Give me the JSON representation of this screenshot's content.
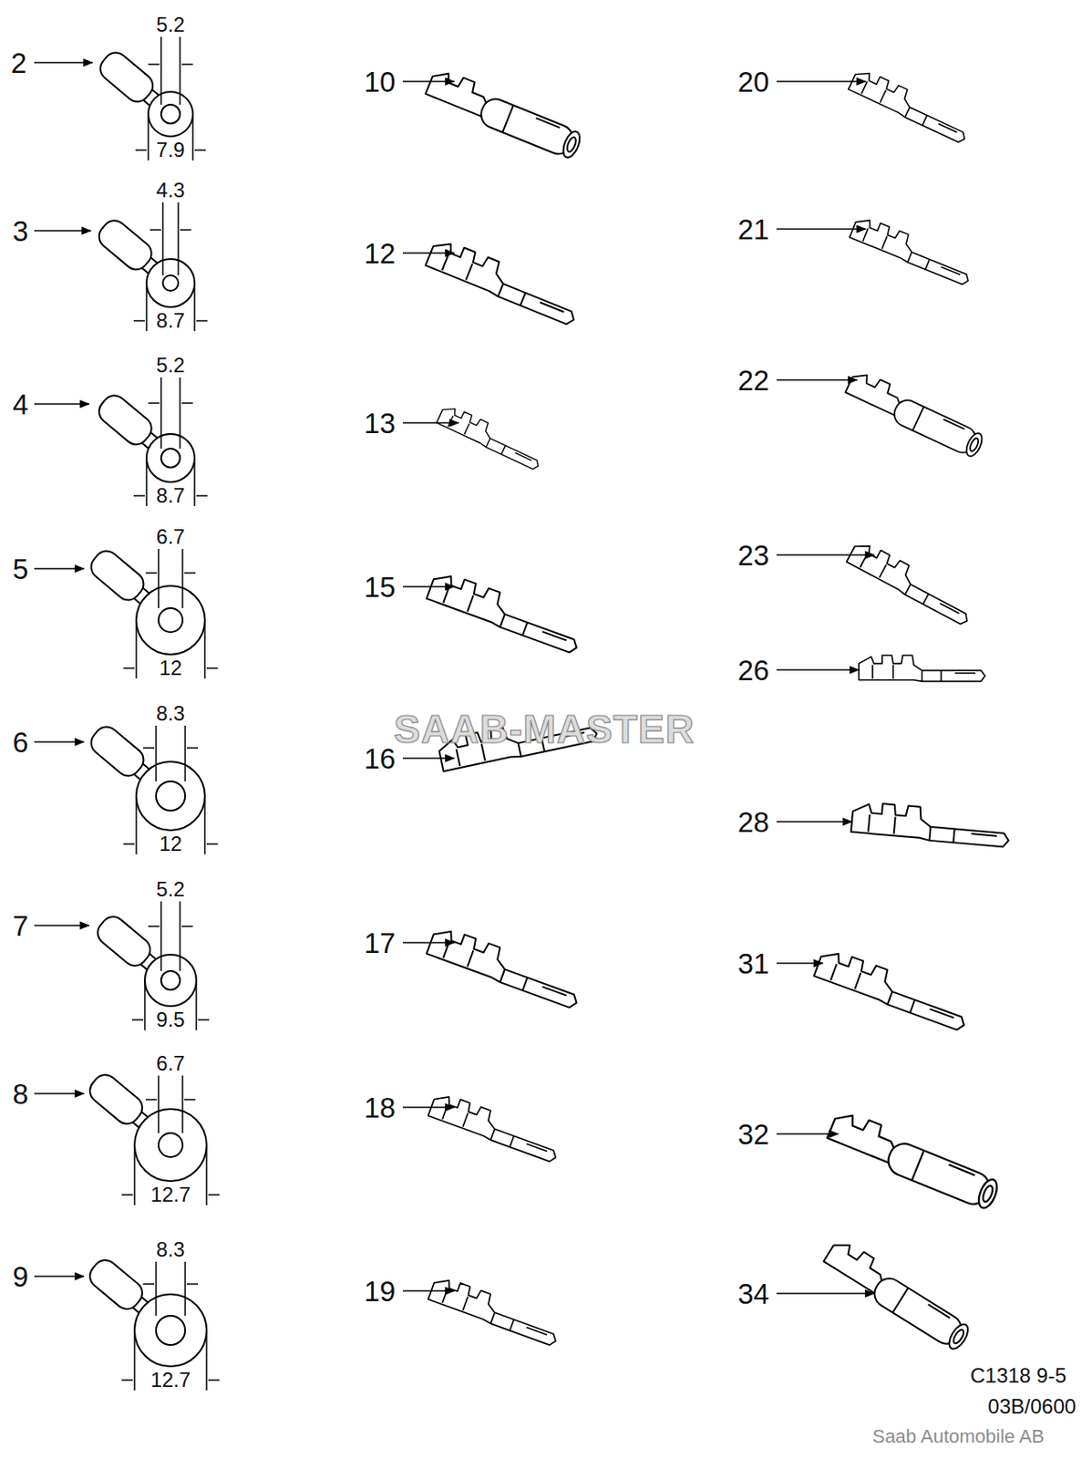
{
  "diagram": {
    "labels": [
      "2",
      "5.2",
      "7.9",
      "3",
      "4.3",
      "8.7",
      "4",
      "5.2",
      "8.7",
      "5",
      "6.7",
      "12",
      "6",
      "8.3",
      "12",
      "7",
      "5.2",
      "9.5",
      "8",
      "6.7",
      "12.7",
      "9",
      "8.3",
      "12.7",
      "10",
      "12",
      "13",
      "15",
      "16",
      "17",
      "18",
      "19",
      "20",
      "21",
      "22",
      "23",
      "26",
      "28",
      "31",
      "32",
      "34",
      "SAAB-MASTER",
      "C1318 9-5",
      "03B/0600",
      "Saab Automobile AB"
    ]
  }
}
